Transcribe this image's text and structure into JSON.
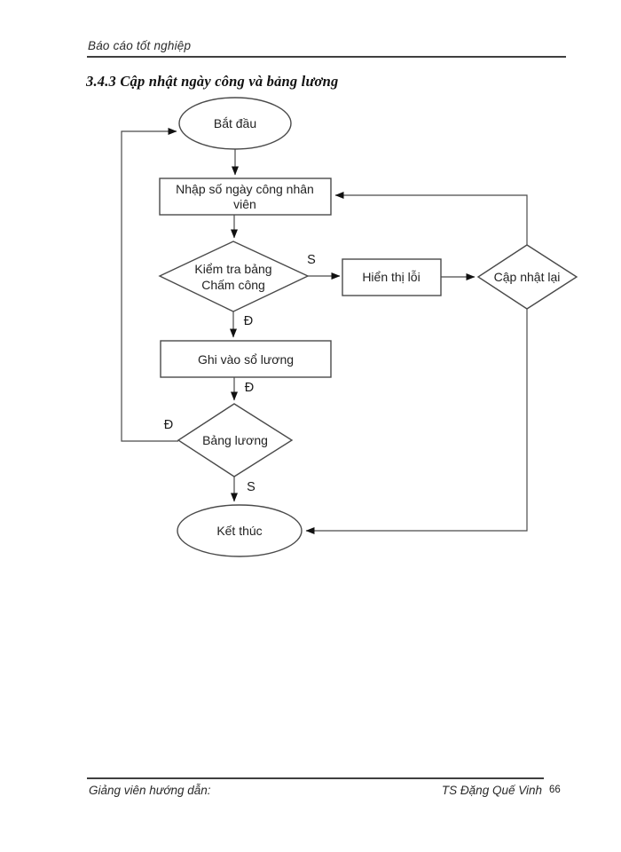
{
  "page": {
    "header": "Báo cáo tốt nghiệp",
    "section_title": "3.4.3 Cập nhật ngày công và bảng lương",
    "footer_left": "Giảng viên hướng dẫn:",
    "footer_right": "TS Đặng Quế Vinh",
    "page_number": "66"
  },
  "flowchart": {
    "start_label": "Bắt đầu",
    "input_line1": "Nhập số ngày công nhân",
    "input_line2": "viên",
    "check_line1": "Kiểm tra bảng",
    "check_line2": "Chấm công",
    "error_label": "Hiển thị lỗi",
    "update_label": "Cập nhật lại",
    "write_label": "Ghi vào sổ lương",
    "payroll_label": "Bảng lương",
    "end_label": "Kết thúc",
    "branch_labels": {
      "check_yes": "S",
      "check_no": "Đ",
      "write_down": "Đ",
      "payroll_no": "Đ",
      "payroll_yes": "S"
    }
  }
}
